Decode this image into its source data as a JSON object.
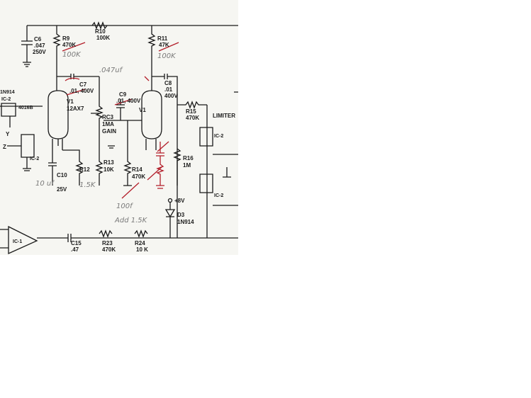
{
  "labels": {
    "c6": "C6",
    "c6v": ".047",
    "c6r": "250V",
    "r9": "R9",
    "r9v": "470K",
    "r9n": "100K",
    "r10": "R10",
    "r10v": "100K",
    "r11": "R11",
    "r11v": "47K",
    "r11n": "100K",
    "cap_note": ".047uf",
    "c7": "C7",
    "c7v": ".01, 400V",
    "c9": "C9",
    "c9v": ".01, 400V",
    "c8": "C8",
    "c8v": ".01",
    "c8r": "400V",
    "v1a": "V1",
    "v1at": "12AX7",
    "v1b": "V1",
    "rc3": "RC3",
    "rc3v": "1MA",
    "gain": "GAIN",
    "d1": "1N914",
    "ic2a": "IC-2",
    "d1n": "4016B",
    "y": "Y",
    "z": "Z",
    "ic2b": "IC-2",
    "c10": "C10",
    "c10v": "25V",
    "c10n": "10 uf",
    "r12": "R12",
    "r12v": "1.5K",
    "r13": "R13",
    "r13v": "10K",
    "r14": "R14",
    "r14v": "470K",
    "r15": "R15",
    "r15v": "470K",
    "r16": "R16",
    "r16v": "1M",
    "limiter": "LIMITER",
    "ic2c": "IC-2",
    "ic2d": "IC-2",
    "plus8v": "+8V",
    "d3": "D3",
    "d3v": "1N914",
    "note100": "100f",
    "noteadd": "Add 1.5K",
    "ic1": "IC-1",
    "c15": "C15",
    "c15v": ".47",
    "r23": "R23",
    "r23v": "470K",
    "r24": "R24",
    "r24v": "10 K"
  }
}
